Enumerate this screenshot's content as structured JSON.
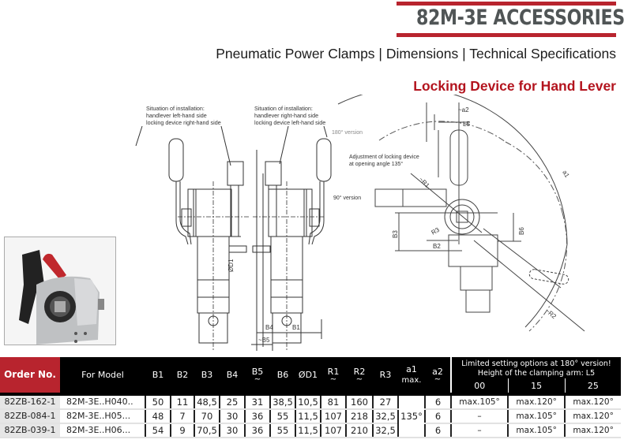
{
  "header": {
    "title": "82M-3E ACCESSORIES",
    "subtitle": "Pneumatic Power Clamps | Dimensions | Technical Specifications",
    "section_title": "Locking Device for Hand Lever"
  },
  "drawings": {
    "notes": {
      "left": [
        "Situation of installation:",
        "handlever left-hand side",
        "locking device right-hand side"
      ],
      "right": [
        "Situation of installation:",
        "handlever right-hand side",
        "locking device left-hand side"
      ],
      "version_180": "180° version",
      "version_90": "90° version",
      "adjustment": [
        "Adjustment of locking device",
        "at opening angle 135°"
      ]
    },
    "dimension_labels": {
      "a1": "a1",
      "a2": "~a2",
      "l5": "L5",
      "r1": "~R1",
      "r2": "~R2",
      "r3": "R3",
      "b1": "B1",
      "b2": "B2",
      "b3": "B3",
      "b4": "B4",
      "b5": "~B5",
      "b6": "B6",
      "d1": "ØD1"
    }
  },
  "table": {
    "headers": {
      "order": "Order No.",
      "model": "For Model",
      "columns": [
        {
          "label": "B1",
          "sub": ""
        },
        {
          "label": "B2",
          "sub": ""
        },
        {
          "label": "B3",
          "sub": ""
        },
        {
          "label": "B4",
          "sub": ""
        },
        {
          "label": "B5",
          "sub": "~"
        },
        {
          "label": "B6",
          "sub": ""
        },
        {
          "label": "ØD1",
          "sub": ""
        },
        {
          "label": "R1",
          "sub": "~"
        },
        {
          "label": "R2",
          "sub": "~"
        },
        {
          "label": "R3",
          "sub": ""
        },
        {
          "label": "a1",
          "sub": "max."
        },
        {
          "label": "a2",
          "sub": "~"
        }
      ],
      "limited_line1": "Limited setting options at 180° version!",
      "limited_line2": "Height of the clamping arm: L5",
      "limited_cols": [
        "00",
        "15",
        "25"
      ]
    },
    "a1_shared": "135°",
    "rows": [
      {
        "order": "82ZB-162-1",
        "model": "82M-3E..H040..",
        "values": [
          "50",
          "11",
          "48,5",
          "25",
          "31",
          "38,5",
          "10,5",
          "81",
          "160",
          "27"
        ],
        "a2": "6",
        "limited": [
          "max.105°",
          "max.120°",
          "max.120°"
        ]
      },
      {
        "order": "82ZB-084-1",
        "model": "82M-3E..H05...",
        "values": [
          "48",
          "7",
          "70",
          "30",
          "36",
          "55",
          "11,5",
          "107",
          "218",
          "32,5"
        ],
        "a2": "6",
        "limited": [
          "–",
          "max.105°",
          "max.120°"
        ]
      },
      {
        "order": "82ZB-039-1",
        "model": "82M-3E..H06...",
        "values": [
          "54",
          "9",
          "70,5",
          "30",
          "36",
          "55",
          "11,5",
          "107",
          "210",
          "32,5"
        ],
        "a2": "6",
        "limited": [
          "–",
          "max.105°",
          "max.120°"
        ]
      }
    ]
  },
  "colors": {
    "brand_red": "#b8242e",
    "title_gray": "#505556",
    "header_black": "#000000"
  }
}
